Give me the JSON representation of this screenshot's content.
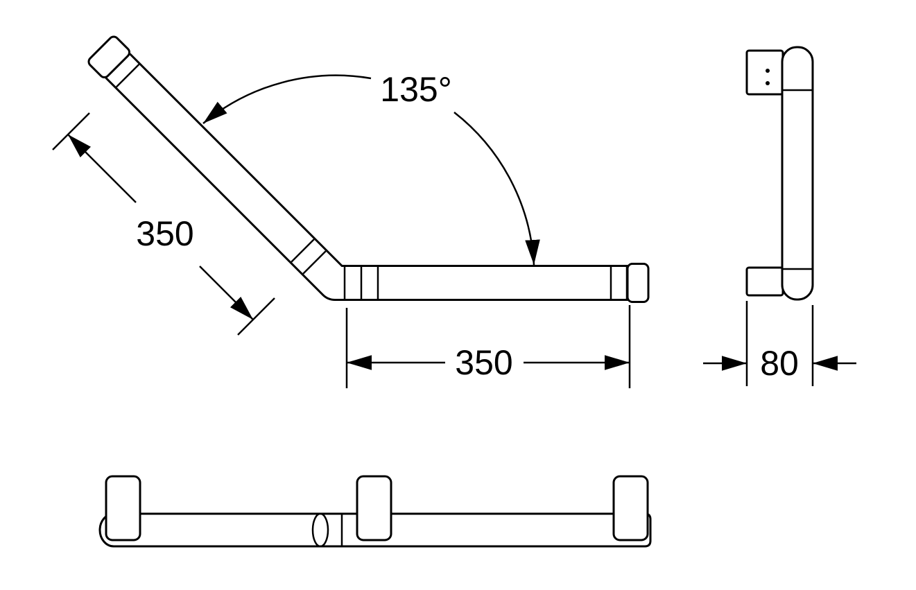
{
  "drawing": {
    "background": "#ffffff",
    "line_color": "#000000",
    "dimensions": {
      "angle": "135°",
      "diagonal_leg": "350",
      "horizontal_leg": "350",
      "depth": "80"
    }
  }
}
